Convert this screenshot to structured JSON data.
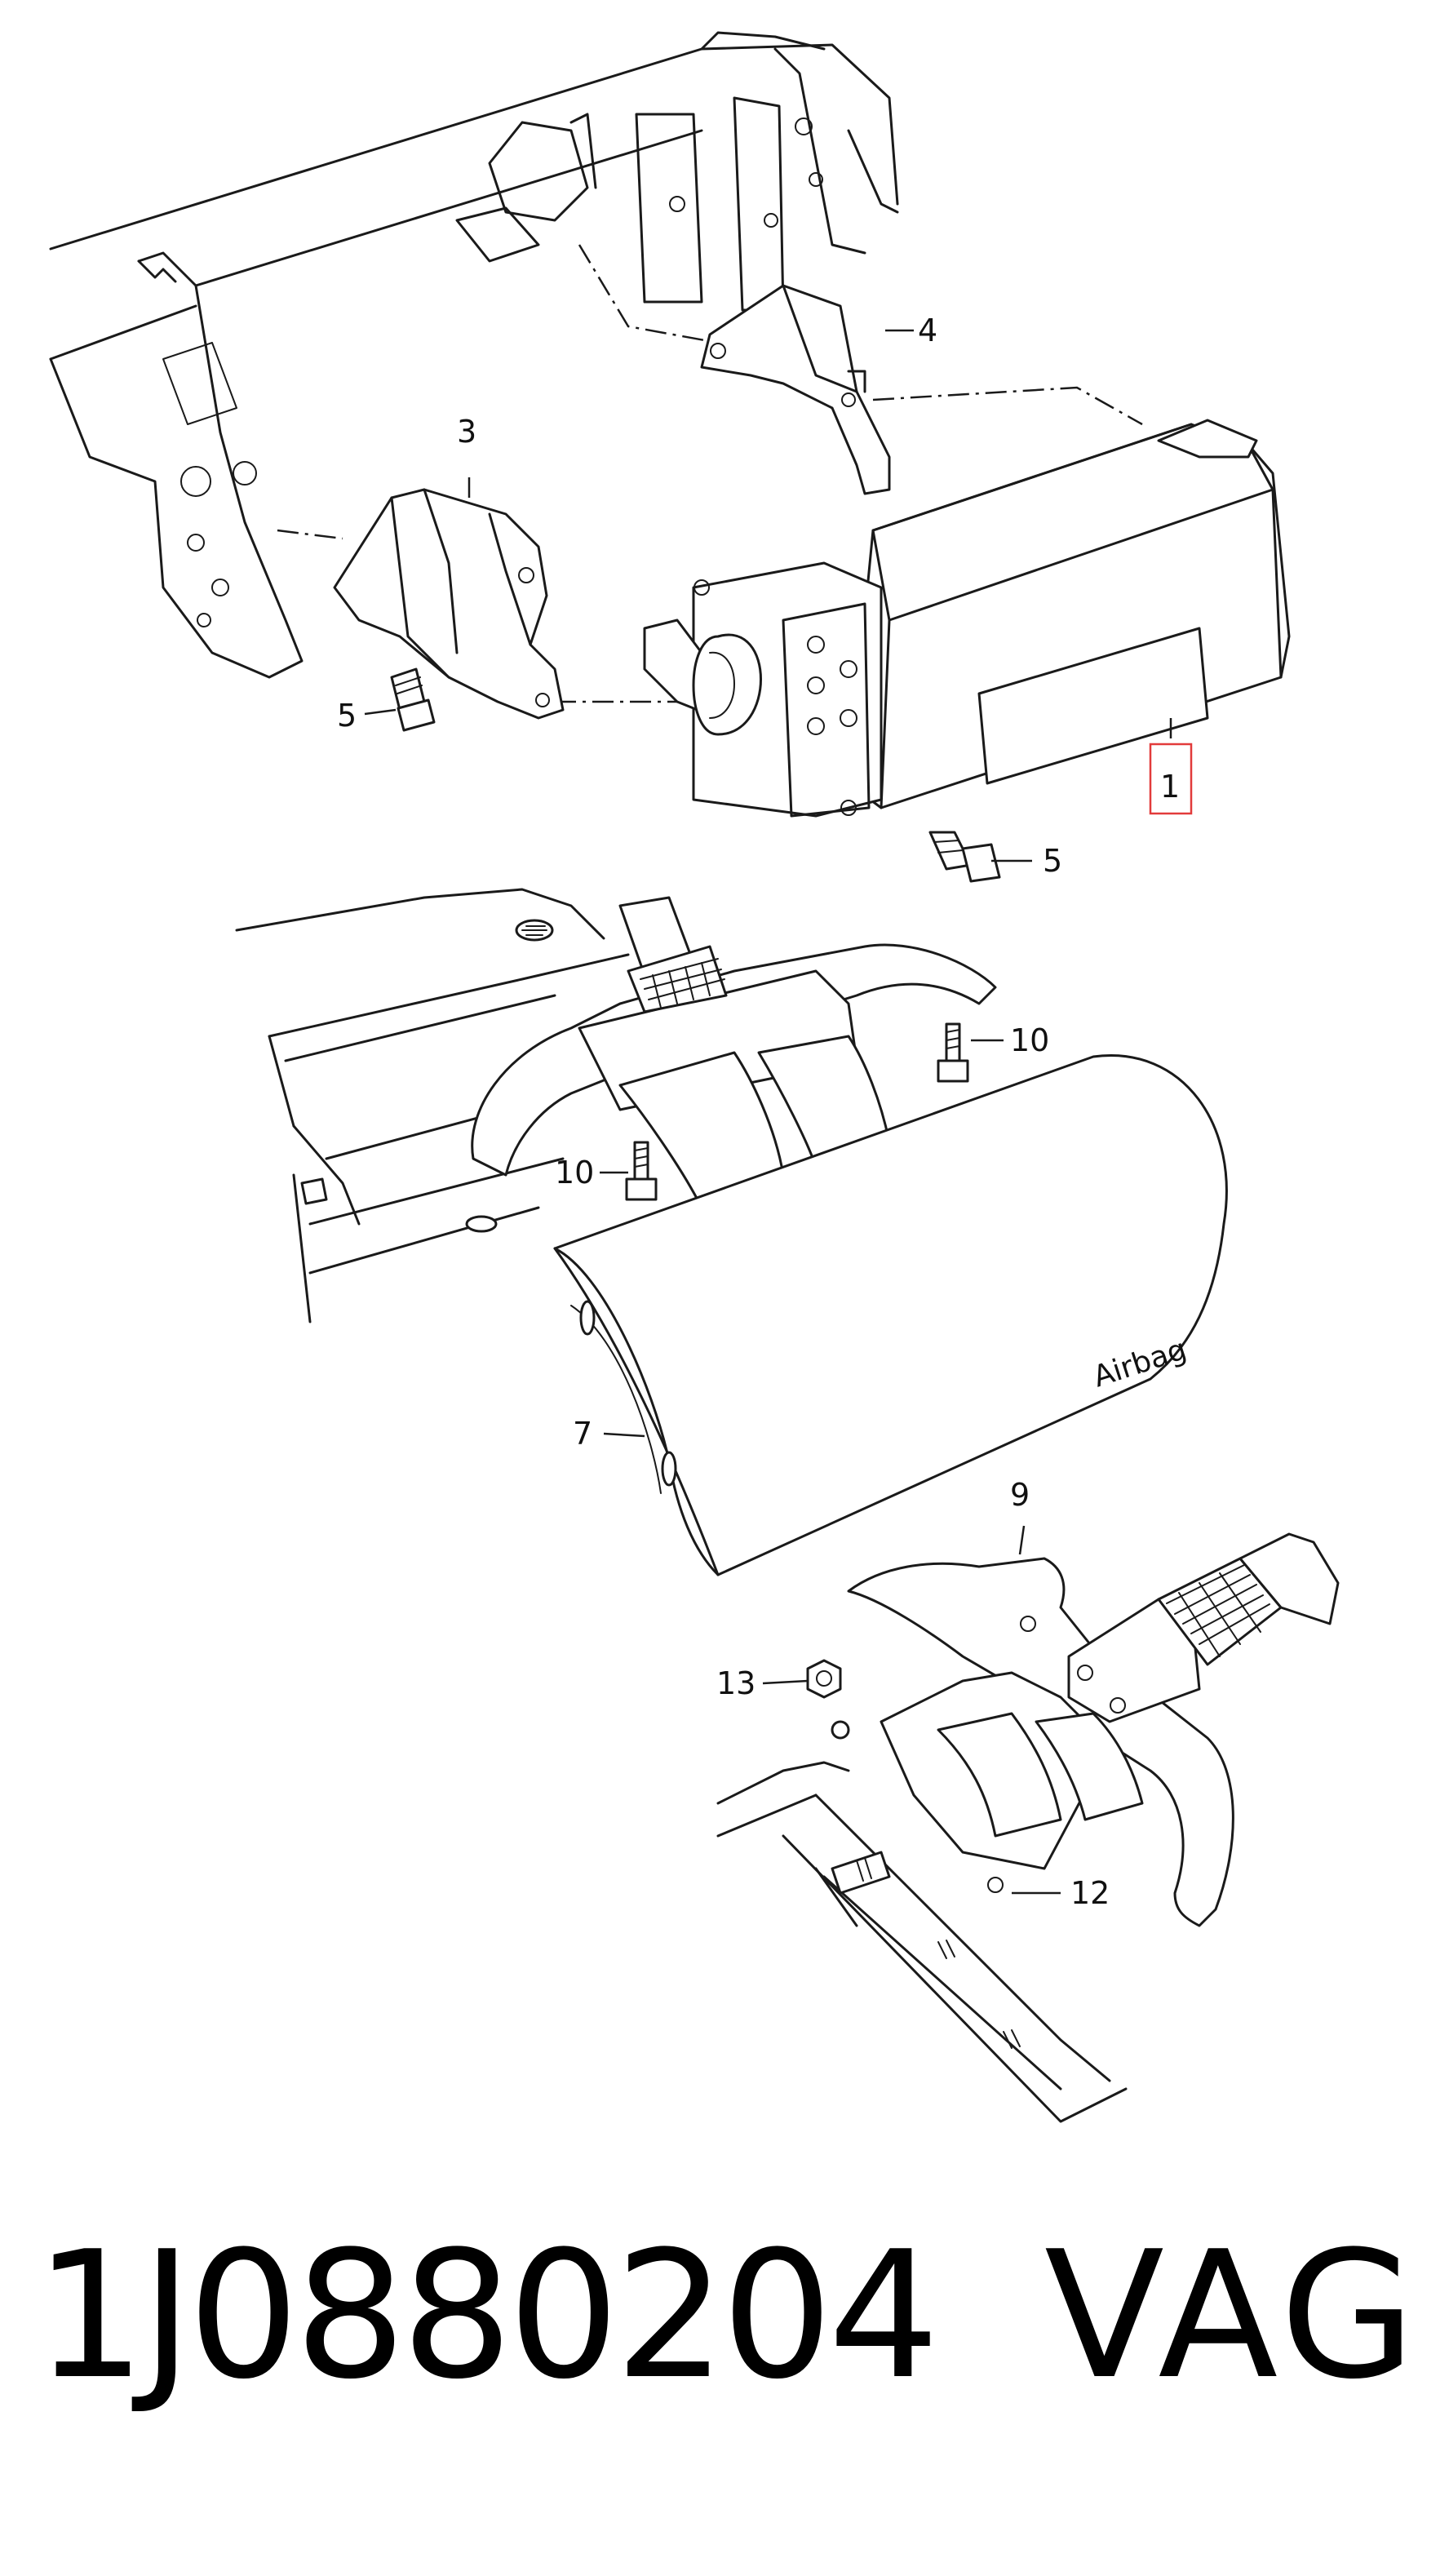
{
  "diagram": {
    "callouts": [
      {
        "id": "c1",
        "label": "1",
        "highlighted": true
      },
      {
        "id": "c3",
        "label": "3"
      },
      {
        "id": "c4",
        "label": "4"
      },
      {
        "id": "c5a",
        "label": "5"
      },
      {
        "id": "c5b",
        "label": "5"
      },
      {
        "id": "c7",
        "label": "7"
      },
      {
        "id": "c9",
        "label": "9"
      },
      {
        "id": "c10a",
        "label": "10"
      },
      {
        "id": "c10b",
        "label": "10"
      },
      {
        "id": "c12",
        "label": "12"
      },
      {
        "id": "c13",
        "label": "13"
      }
    ],
    "cover_text": "Airbag",
    "highlight_color": "#e23b3b"
  },
  "footer": {
    "part_number": "1J0880204",
    "brand": "VAG"
  }
}
